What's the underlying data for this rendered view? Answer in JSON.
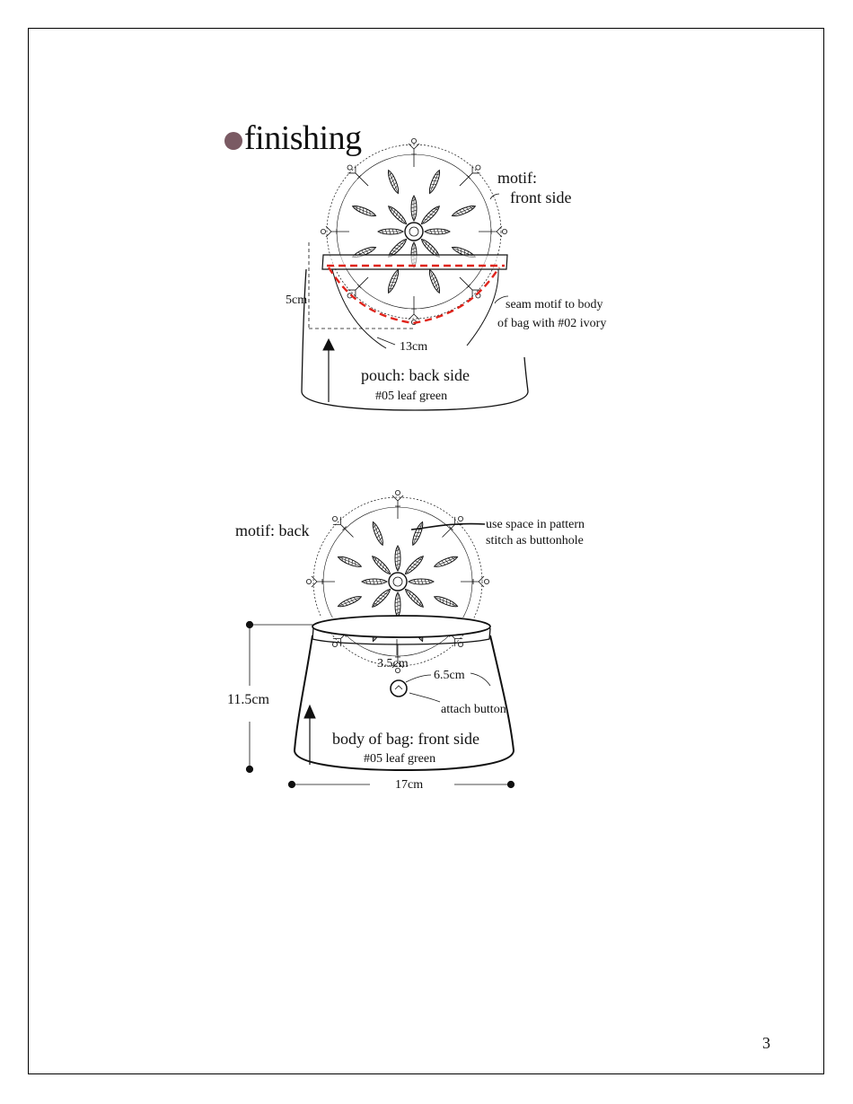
{
  "page": {
    "title": "finishing",
    "number": "3",
    "colors": {
      "bullet": "#7a5a63",
      "seam": "#e0241b",
      "ink": "#111111"
    }
  },
  "diagram_top": {
    "motif_label_1": "motif:",
    "motif_label_2": "front side",
    "height_label": "5cm",
    "width_label": "13cm",
    "seam_note_1": "seam motif to body",
    "seam_note_2": "of bag with #02 ivory",
    "pouch_label": "pouch: back side",
    "yarn_label": "#05 leaf green"
  },
  "diagram_bottom": {
    "motif_label": "motif: back",
    "buttonhole_note_1": "use space in pattern",
    "buttonhole_note_2": "stitch as buttonhole",
    "button_offset_label": "3.5cm",
    "button_side_label": "6.5cm",
    "button_label": "attach button",
    "height_label": "11.5cm",
    "body_label": "body of bag: front side",
    "yarn_label": "#05 leaf green",
    "width_label": "17cm"
  }
}
